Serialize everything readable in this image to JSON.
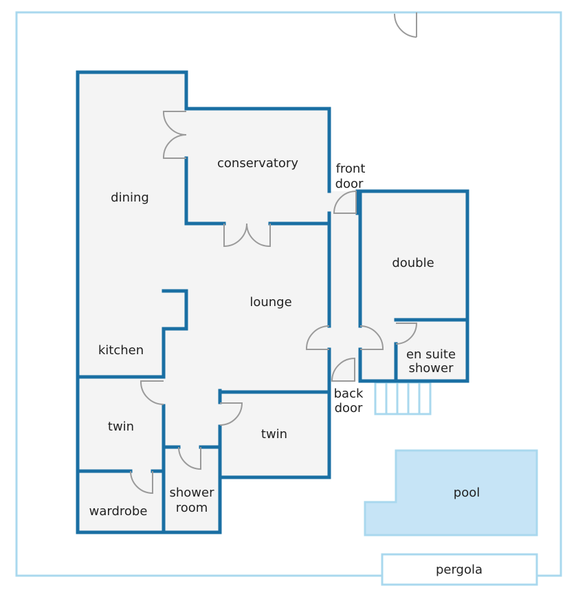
{
  "colors": {
    "wall": "#1a6fa3",
    "boundary": "#a9d8ee",
    "room_fill": "#f4f4f4",
    "pool_fill": "#c6e4f6",
    "door_arc": "#9a9a9a",
    "label": "#222222"
  },
  "labels": {
    "conservatory": "conservatory",
    "dining": "dining",
    "front_door": [
      "front",
      "door"
    ],
    "double": "double",
    "lounge": "lounge",
    "kitchen": "kitchen",
    "en_suite_shower": [
      "en suite",
      "shower"
    ],
    "back_door": [
      "back",
      "door"
    ],
    "twin_left": "twin",
    "twin_right": "twin",
    "shower_room": [
      "shower",
      "room"
    ],
    "wardrobe": "wardrobe",
    "pool": "pool",
    "pergola": "pergola"
  }
}
